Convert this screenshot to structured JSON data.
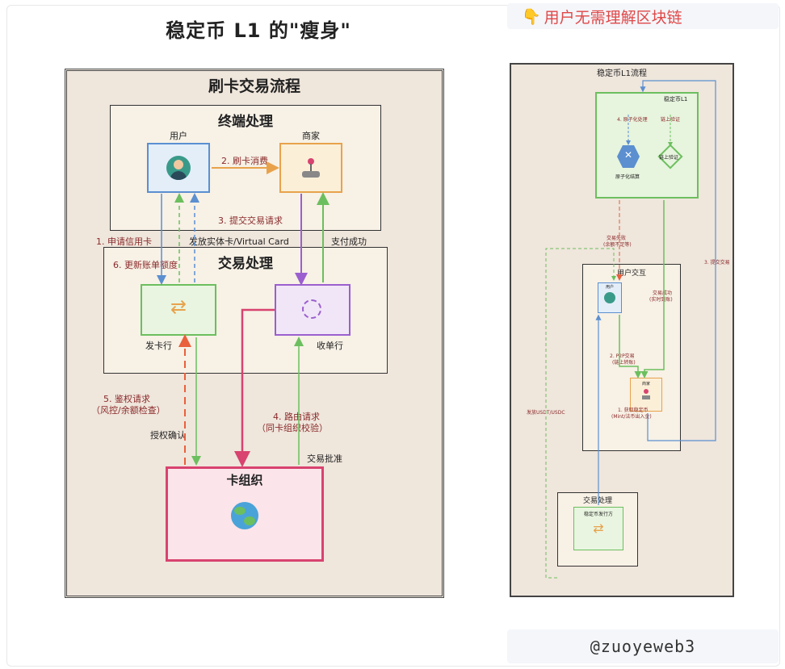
{
  "header": {
    "title": "稳定币 L1 的\"瘦身\"",
    "tagline": "用户无需理解区块链",
    "handle": "@zuoyeweb3"
  },
  "left": {
    "frame_title": "刷卡交易流程",
    "terminal": {
      "title": "终端处理",
      "user": "用户",
      "merchant": "商家"
    },
    "tx": {
      "title": "交易处理",
      "issuer": "发卡行",
      "acquirer": "收单行"
    },
    "network": {
      "title": "卡组织"
    },
    "steps": {
      "s1": "1. 申请信用卡",
      "s2": "2. 刷卡消费",
      "s3": "3. 提交交易请求",
      "s4a": "4. 路由请求",
      "s4b": "（同卡组织校验）",
      "s5a": "5. 鉴权请求",
      "s5b": "（风控/余额检查）",
      "s6": "6. 更新账单额度",
      "issue_card": "发放实体卡/Virtual Card",
      "pay_success": "支付成功",
      "auth_confirm": "授权确认",
      "tx_approved": "交易批准"
    }
  },
  "right": {
    "frame_title": "稳定币L1流程",
    "l1": {
      "title": "稳定币L1",
      "atomic": "4. 原子化处理",
      "onchain_verify": "链上验证",
      "settle": "原子化结算",
      "verify_node": "链上验证"
    },
    "fail": {
      "a": "交易失败",
      "b": "(余额不足等)"
    },
    "interact": {
      "title": "用户交互",
      "user": "用户",
      "merchant": "商家"
    },
    "success": {
      "a": "交易成功",
      "b": "(实时到账)"
    },
    "p2p": {
      "a": "2. P2P交易",
      "b": "(链上转账)"
    },
    "get_coin": {
      "a": "1. 获取稳定币",
      "b": "(Mint/法币出入金)"
    },
    "issue_usdt": "发放USDT/USDC",
    "submit": "3. 提交交易",
    "tx": {
      "title": "交易处理",
      "issuer": "稳定币发行方"
    }
  },
  "colors": {
    "blue": "#5b8fd0",
    "orange": "#e8a24c",
    "green": "#6cbf5e",
    "purple": "#9b5fcf",
    "pink": "#d8436f",
    "label": "#8a2a2a",
    "frame": "#efe6dc"
  }
}
